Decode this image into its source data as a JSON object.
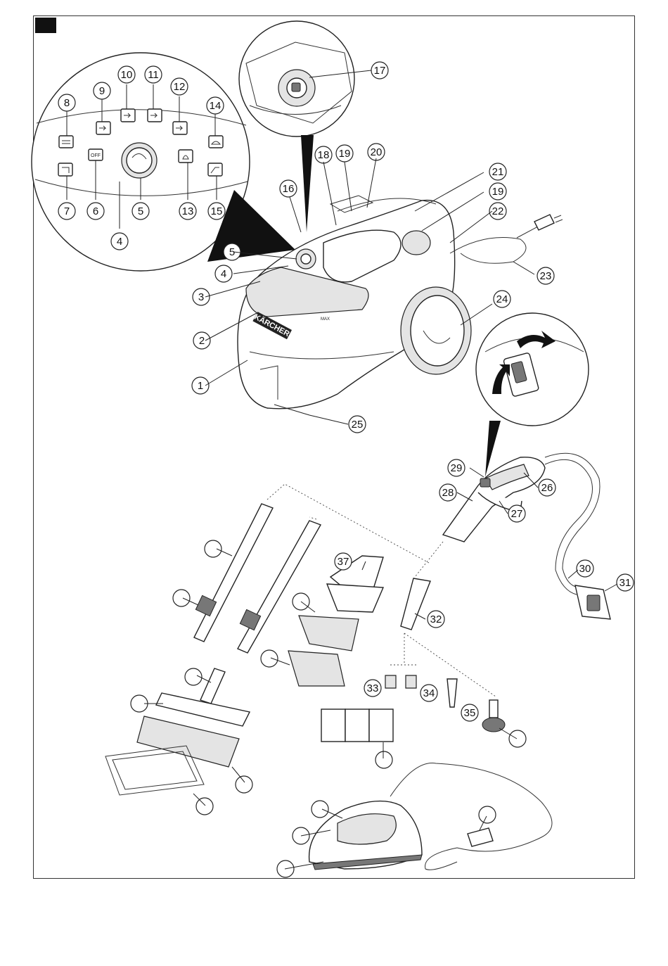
{
  "diagram": {
    "brand_text": "KÄRCHER",
    "max_mark": "MAX",
    "off_label": "OFF",
    "callouts": [
      {
        "id": "c1",
        "text": "1"
      },
      {
        "id": "c2",
        "text": "2"
      },
      {
        "id": "c3",
        "text": "3"
      },
      {
        "id": "c4a",
        "text": "4"
      },
      {
        "id": "c4b",
        "text": "4"
      },
      {
        "id": "c5a",
        "text": "5"
      },
      {
        "id": "c5b",
        "text": "5"
      },
      {
        "id": "c6",
        "text": "6"
      },
      {
        "id": "c7",
        "text": "7"
      },
      {
        "id": "c8",
        "text": "8"
      },
      {
        "id": "c9",
        "text": "9"
      },
      {
        "id": "c10",
        "text": "10"
      },
      {
        "id": "c11",
        "text": "11"
      },
      {
        "id": "c12",
        "text": "12"
      },
      {
        "id": "c13",
        "text": "13"
      },
      {
        "id": "c14",
        "text": "14"
      },
      {
        "id": "c15",
        "text": "15"
      },
      {
        "id": "c16",
        "text": "16"
      },
      {
        "id": "c17",
        "text": "17"
      },
      {
        "id": "c18",
        "text": "18"
      },
      {
        "id": "c19a",
        "text": "19"
      },
      {
        "id": "c19b",
        "text": "19"
      },
      {
        "id": "c20",
        "text": "20"
      },
      {
        "id": "c21",
        "text": "21"
      },
      {
        "id": "c22",
        "text": "22"
      },
      {
        "id": "c23",
        "text": "23"
      },
      {
        "id": "c24",
        "text": "24"
      },
      {
        "id": "c25",
        "text": "25"
      },
      {
        "id": "c26",
        "text": "26"
      },
      {
        "id": "c27",
        "text": "27"
      },
      {
        "id": "c28",
        "text": "28"
      },
      {
        "id": "c29",
        "text": "29"
      },
      {
        "id": "c30",
        "text": "30"
      },
      {
        "id": "c31",
        "text": "31"
      },
      {
        "id": "c32",
        "text": "32"
      },
      {
        "id": "c33",
        "text": "33"
      },
      {
        "id": "c34",
        "text": "34"
      },
      {
        "id": "c35",
        "text": "35"
      },
      {
        "id": "c37",
        "text": "37"
      },
      {
        "id": "b1",
        "text": ""
      },
      {
        "id": "b2",
        "text": ""
      },
      {
        "id": "b3",
        "text": ""
      },
      {
        "id": "b4",
        "text": ""
      },
      {
        "id": "b5",
        "text": ""
      },
      {
        "id": "b6",
        "text": ""
      },
      {
        "id": "b7",
        "text": ""
      },
      {
        "id": "b8",
        "text": ""
      },
      {
        "id": "b9",
        "text": ""
      },
      {
        "id": "b10",
        "text": ""
      },
      {
        "id": "b11",
        "text": ""
      },
      {
        "id": "b12",
        "text": ""
      },
      {
        "id": "b13",
        "text": ""
      },
      {
        "id": "b14",
        "text": ""
      },
      {
        "id": "b15",
        "text": ""
      },
      {
        "id": "b16",
        "text": ""
      }
    ]
  }
}
